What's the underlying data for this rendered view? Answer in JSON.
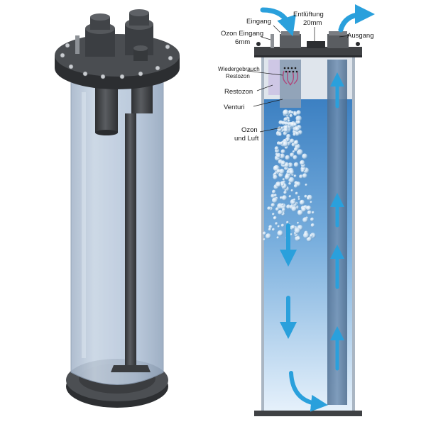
{
  "labels": {
    "inlet": "Eingang",
    "vent_line1": "Entlüftung",
    "vent_line2": "20mm",
    "outlet": "Ausgang",
    "ozone_inlet_line1": "Ozon Eingang",
    "ozone_inlet_line2": "6mm",
    "recycled_line1": "Wiedergebrauch",
    "recycled_line2": "Restozon",
    "residual_ozone": "Restozon",
    "venturi": "Venturi",
    "ozone_air_line1": "Ozon",
    "ozone_air_line2": "und Luft"
  },
  "colors": {
    "arrow_blue": "#2aa0dc",
    "water_top": "#3c80c2",
    "water_bottom": "#dfeefa",
    "pvc_dark": "#3f4144",
    "acrylic": "#b9c8da"
  }
}
